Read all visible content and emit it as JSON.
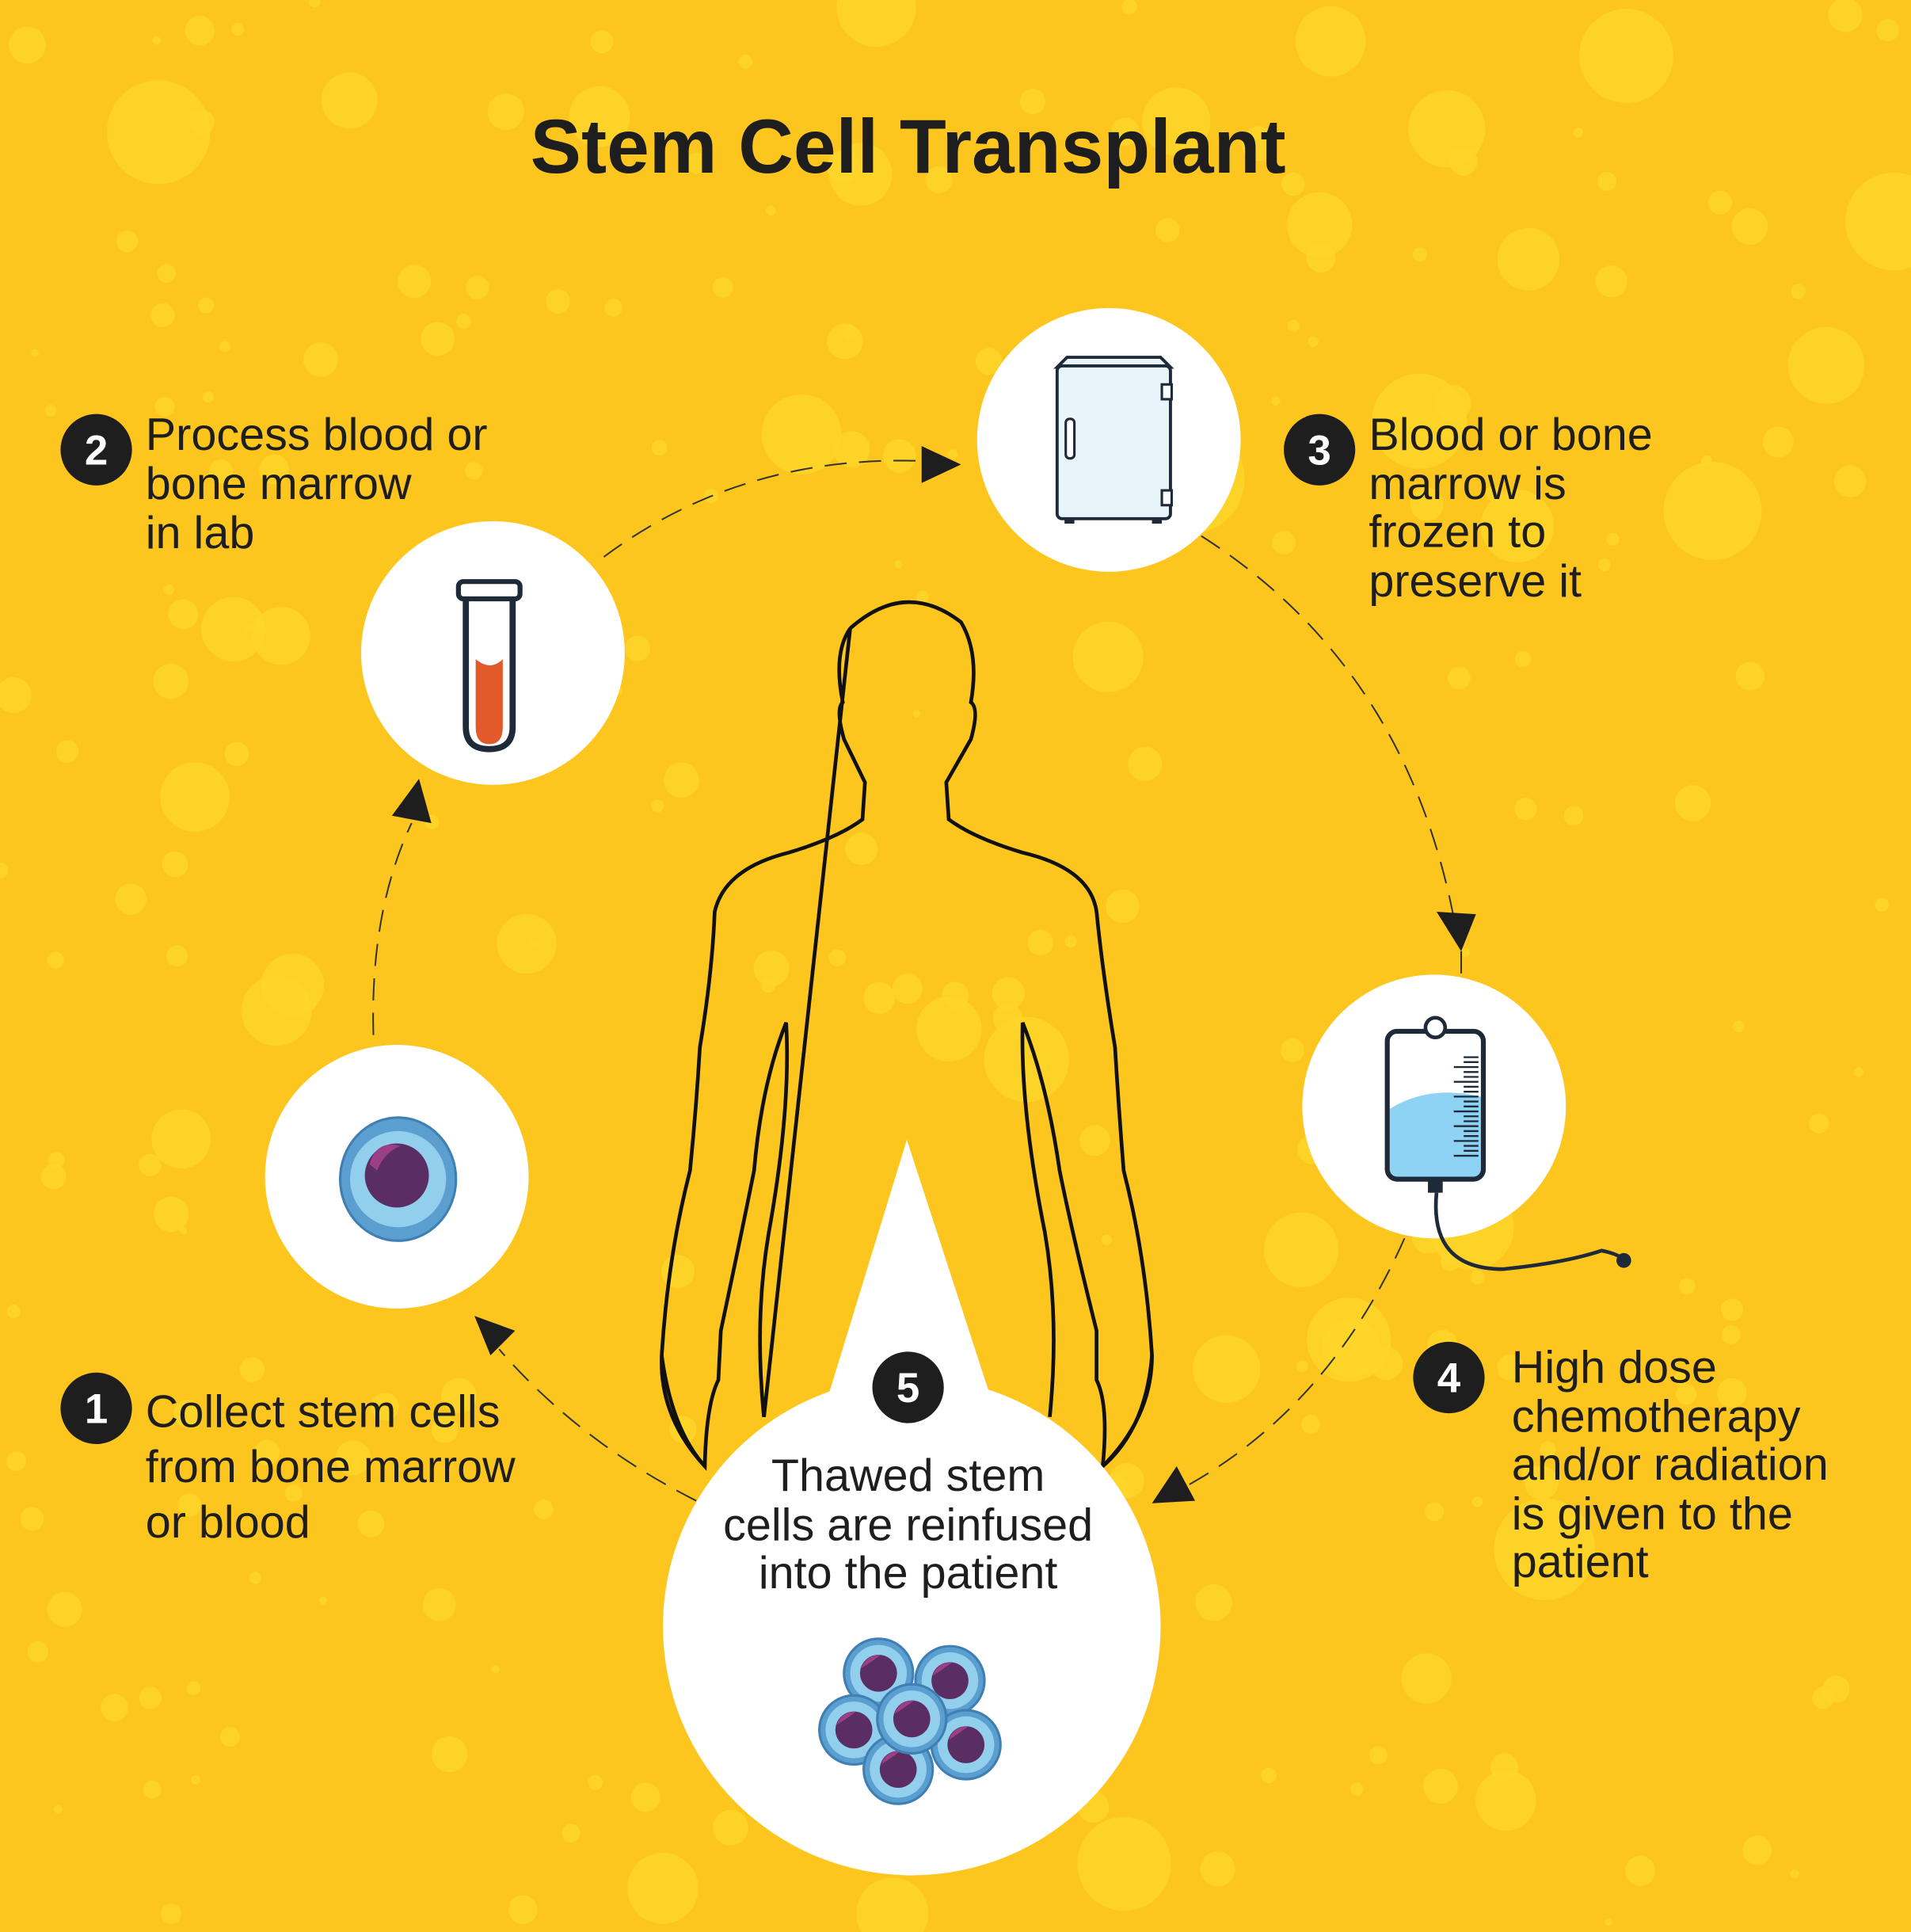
{
  "title": "Stem Cell Transplant",
  "colors": {
    "background": "#fdc61f",
    "dots": "#fed629",
    "badge": "#1e1e1e",
    "cell_outer": "#5b9fd0",
    "cell_inner": "#92cfec",
    "nucleus": "#5a2d63",
    "nucleus_highlight": "#9b3f86",
    "blood": "#e35a2a",
    "iv_fluid": "#8fd3f4",
    "fridge": "#e7f5fb"
  },
  "steps": [
    {
      "number": "1",
      "icon": "stem-cell-icon",
      "lines": [
        "Collect stem cells",
        "from bone marrow",
        "or blood"
      ]
    },
    {
      "number": "2",
      "icon": "test-tube-icon",
      "lines": [
        "Process blood or",
        "bone marrow",
        "in lab"
      ]
    },
    {
      "number": "3",
      "icon": "freezer-icon",
      "lines": [
        "Blood or bone",
        "marrow is",
        "frozen to",
        "preserve it"
      ]
    },
    {
      "number": "4",
      "icon": "iv-bag-icon",
      "lines": [
        "High dose",
        "chemotherapy",
        "and/or radiation",
        "is given to the",
        "patient"
      ]
    },
    {
      "number": "5",
      "icon": "cell-cluster-icon",
      "lines": [
        "Thawed stem",
        "cells are reinfused",
        "into the patient"
      ]
    }
  ]
}
